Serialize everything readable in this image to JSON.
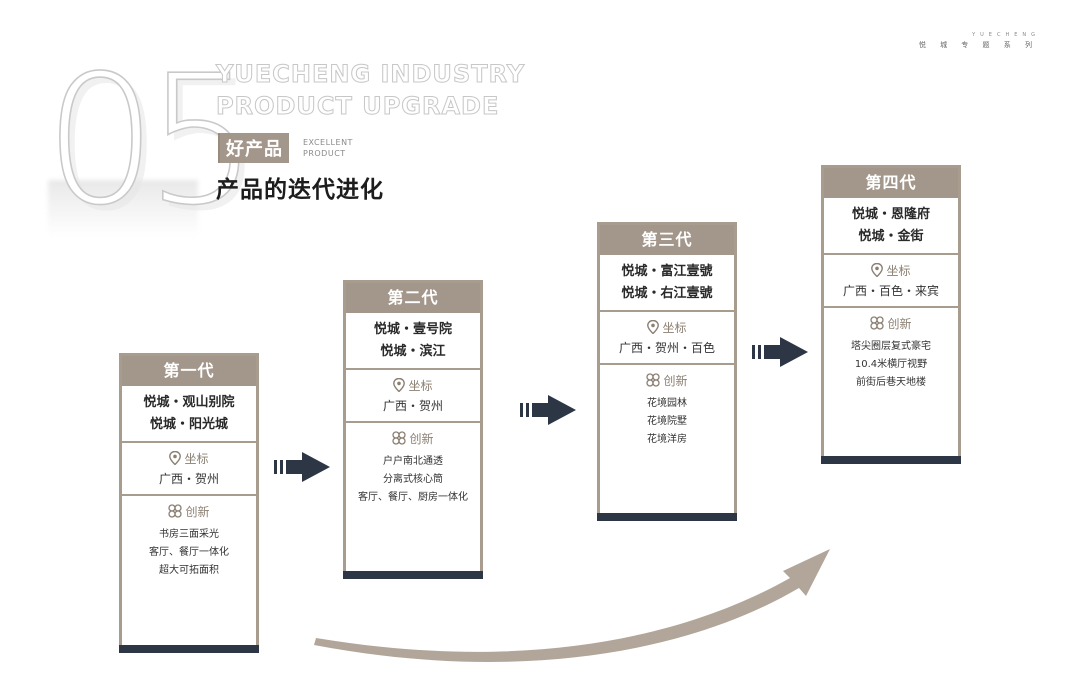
{
  "header": {
    "number": "05",
    "title_en_line1": "YUECHENG INDUSTRY",
    "title_en_line2": "PRODUCT UPGRADE",
    "tag_cn": "好产品",
    "tag_en_line1": "EXCELLENT",
    "tag_en_line2": "PRODUCT",
    "heading": "产品的迭代进化",
    "corner_en": "YUECHENG",
    "corner_cn": "悦 城 专 题 系 列"
  },
  "labels": {
    "location": "坐标",
    "innovation": "创新"
  },
  "colors": {
    "accent": "#a3968a",
    "footer": "#2c3645",
    "arrow": "#2c3645",
    "curve": "#a89c8e"
  },
  "generations": [
    {
      "title": "第一代",
      "names": [
        "悦城・观山别院",
        "悦城・阳光城"
      ],
      "location": "广西・贺州",
      "innovations": [
        "书房三面采光",
        "客厅、餐厅一体化",
        "超大可拓面积"
      ]
    },
    {
      "title": "第二代",
      "names": [
        "悦城・壹号院",
        "悦城・滨江"
      ],
      "location": "广西・贺州",
      "innovations": [
        "户户南北通透",
        "分离式核心筒",
        "客厅、餐厅、厨房一体化"
      ]
    },
    {
      "title": "第三代",
      "names": [
        "悦城・富江壹號",
        "悦城・右江壹號"
      ],
      "location": "广西・贺州・百色",
      "innovations": [
        "花境园林",
        "花境院墅",
        "花境洋房"
      ]
    },
    {
      "title": "第四代",
      "names": [
        "悦城・恩隆府",
        "悦城・金街"
      ],
      "location": "广西・百色・来宾",
      "innovations": [
        "塔尖圈层复式豪宅",
        "10.4米横厅视野",
        "前街后巷天地楼"
      ]
    }
  ]
}
